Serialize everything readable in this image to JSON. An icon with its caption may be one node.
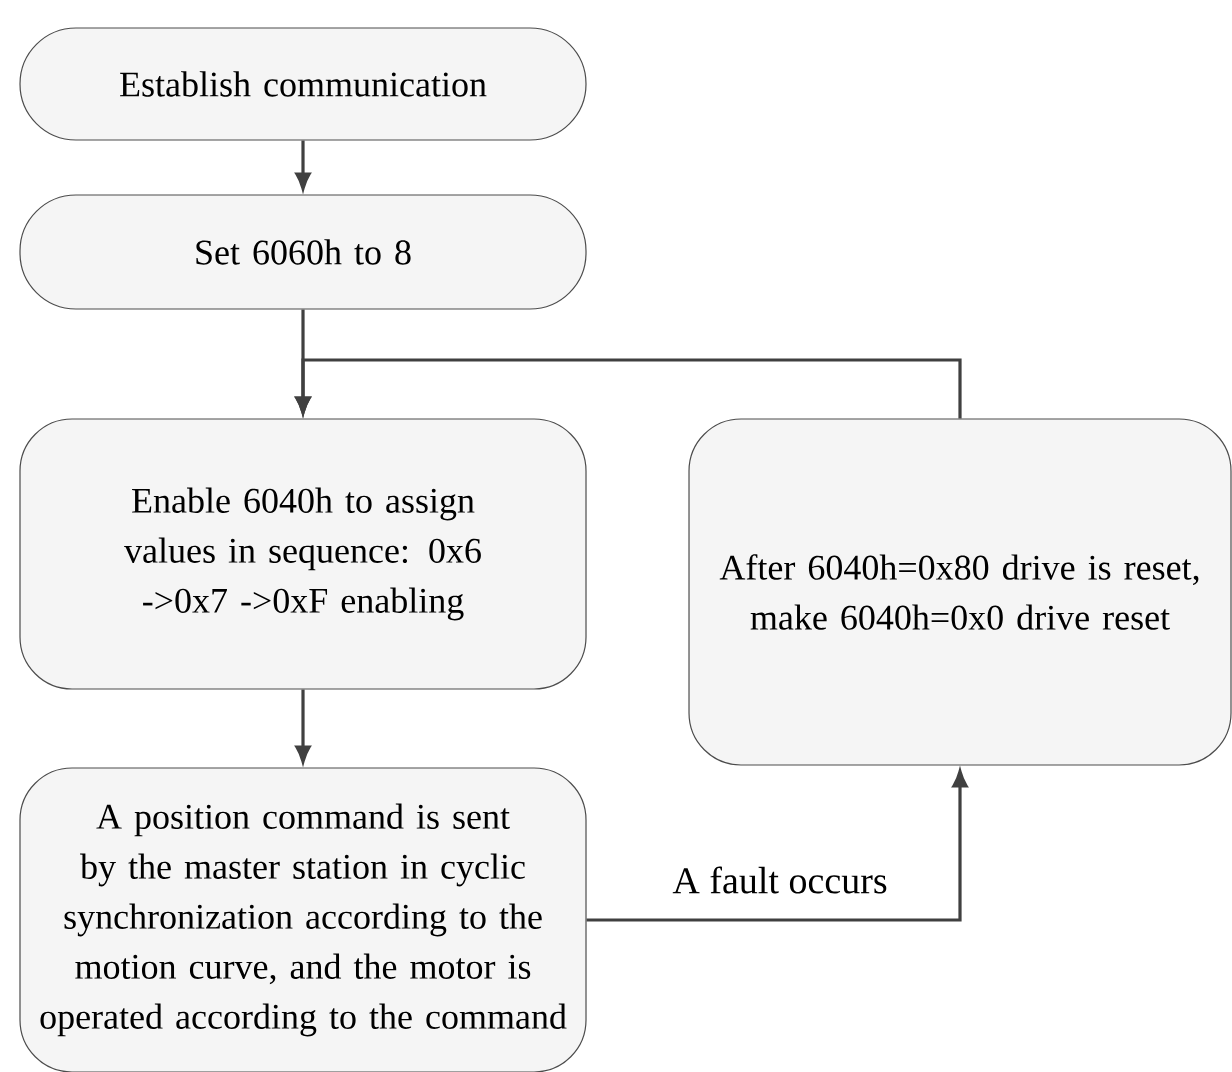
{
  "diagram": {
    "nodes": [
      {
        "text": [
          "Establish communication"
        ]
      },
      {
        "text": [
          "Set 6060h to 8"
        ]
      },
      {
        "text": [
          "Enable 6040h to assign values in sequence: 0x6 ->0x7 ->0xF enabling"
        ]
      },
      {
        "text": [
          "A position command is sent by the master station in cyclic synchronization according to the motion curve, and the motor is operated according to the command"
        ]
      },
      {
        "text": [
          "After 6040h=0x80 drive is reset, make 6040h=0x0 drive reset"
        ]
      }
    ],
    "edges": [
      {
        "from": 0,
        "to": 1,
        "arrow": "to"
      },
      {
        "from": 1,
        "to": 2,
        "arrow": "to"
      },
      {
        "from": 2,
        "to": 3,
        "arrow": "to"
      },
      {
        "from": 3,
        "to": 4,
        "arrow": "to",
        "label": "A fault occurs"
      },
      {
        "from": 4,
        "to": 2,
        "arrow": "to"
      }
    ]
  }
}
